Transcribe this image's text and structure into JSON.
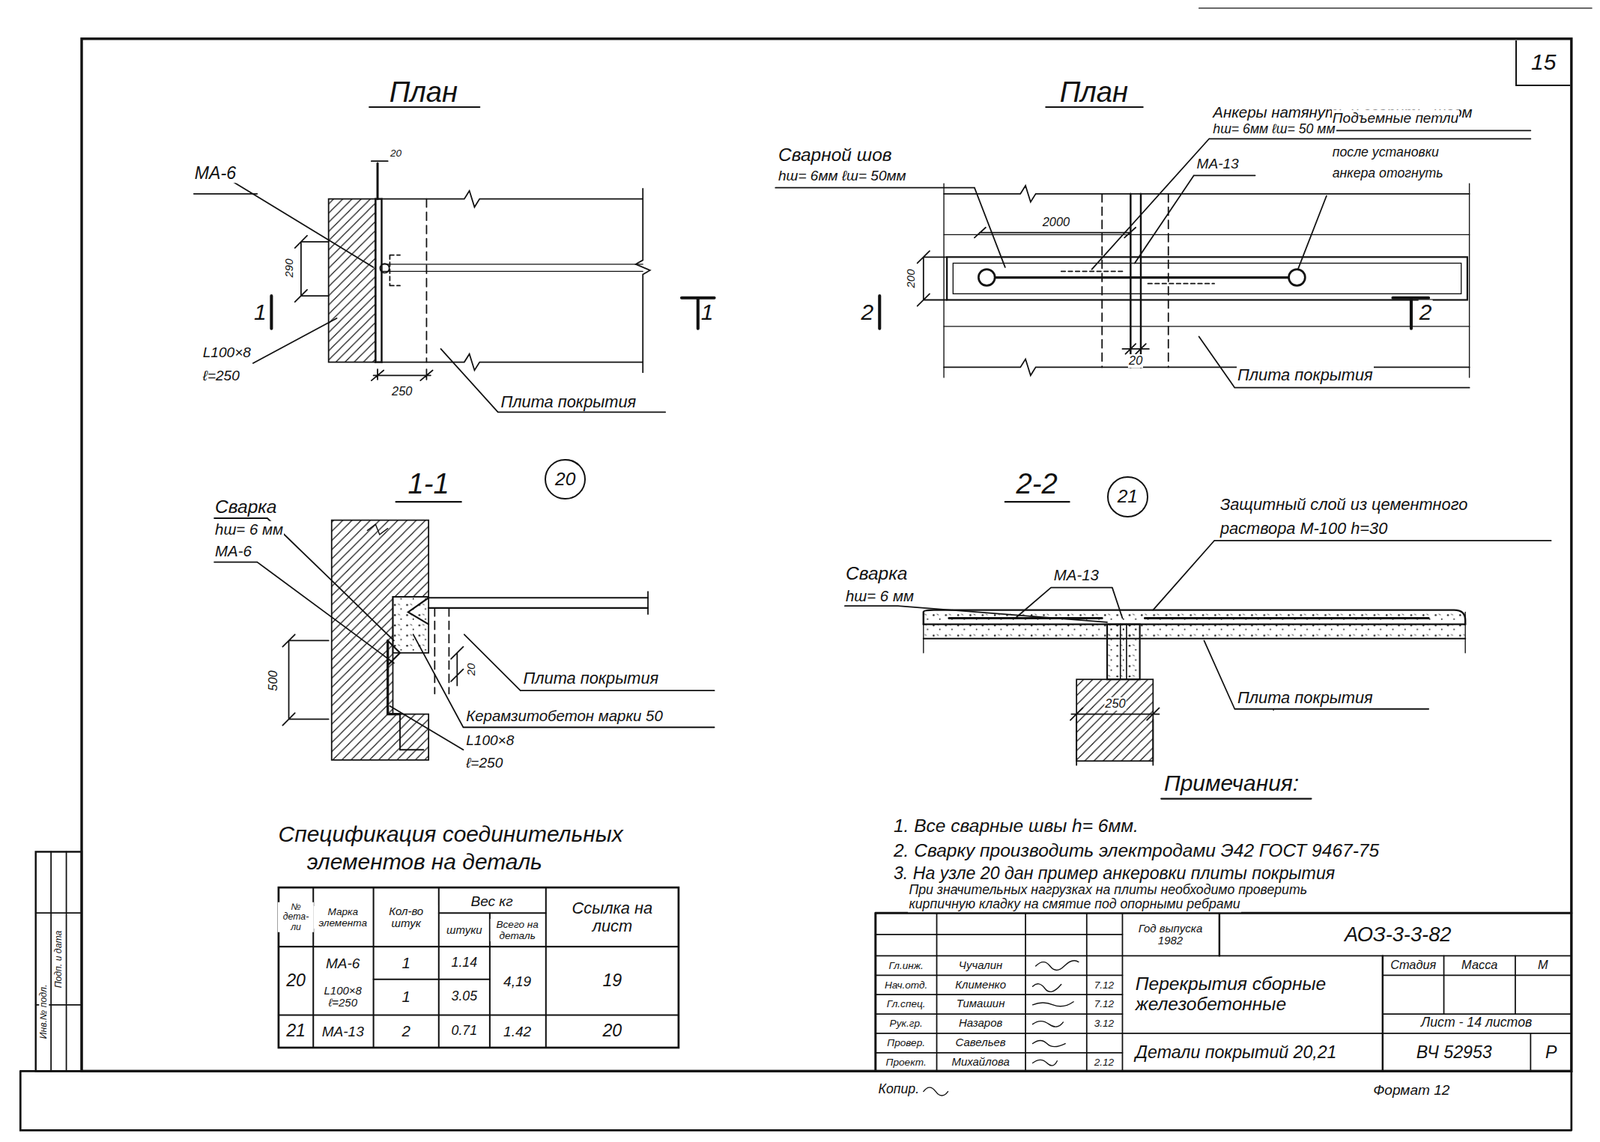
{
  "diagram": {
    "nodes": [
      {
        "text": [
          "15"
        ]
      },
      {
        "text": [
          "20"
        ]
      },
      {
        "text": [
          "21"
        ]
      }
    ],
    "labels": [
      "План",
      "МА-6",
      "20",
      "290",
      "1",
      "1",
      "L100×8",
      "ℓ=250",
      "250",
      "Плита покрытия",
      "1-1",
      "Сварка",
      "hш= 6 мм",
      "МА-6",
      "500",
      "20",
      "Плита покрытия",
      "Керамзитобетон марки 50",
      "L100×8",
      "ℓ=250",
      "План",
      "Анкеры натянуть и сварить, швом",
      "hш= 6мм ℓш= 50 мм",
      "Сварной шов",
      "hш= 6мм ℓш= 50мм",
      "МА-13",
      "Подъемные петли",
      "после установки",
      "анкера отогнуть",
      "2000",
      "200",
      "2",
      "2",
      "20",
      "Плита покрытия",
      "2-2",
      "Защитный слой из цементного",
      "раствора М-100 h=30",
      "Сварка",
      "hш= 6 мм",
      "МА-13",
      "Плита покрытия",
      "250",
      "Примечания:",
      "1. Все сварные швы h= 6мм.",
      "2. Сварку производить электродами Э42 ГОСТ 9467-75",
      "3. На узле 20 дан пример анкеровки плиты покрытия",
      "При значительных нагрузках на плиты необходимо проверить",
      "кирпичную кладку на смятие под опорными ребрами",
      "Спецификация соединительных",
      "элементов на деталь",
      "№ дета-ли",
      "Марка элемента",
      "Кол-во штук",
      "Вес кг",
      "штуки",
      "Всего на деталь",
      "Ссылка на лист",
      "20",
      "МА-6",
      "1",
      "1.14",
      "4,19",
      "19",
      "L100×8 ℓ=250",
      "1",
      "3.05",
      "21",
      "МА-13",
      "2",
      "0.71",
      "1.42",
      "20",
      "Год выпуска 1982",
      "АОЗ-3-3-82",
      "Гл.инж.",
      "Чучалин",
      "Нач.отд.",
      "Клименко",
      "Гл.спец.",
      "Тимашин",
      "Рук.гр.",
      "Назаров",
      "Провер.",
      "Савельев",
      "Проект.",
      "Михайлова",
      "7.12",
      "7.12",
      "3.12",
      "2.12",
      "Перекрытия сборные железобетонные",
      "Детали покрытий 20,21",
      "Стадия",
      "Масса",
      "М",
      "Лист - 14 листов",
      "ВЧ 52953",
      "Р",
      "Копир.",
      "Формат 12",
      "Инв.№ подл.",
      "Подп. и дата"
    ]
  }
}
